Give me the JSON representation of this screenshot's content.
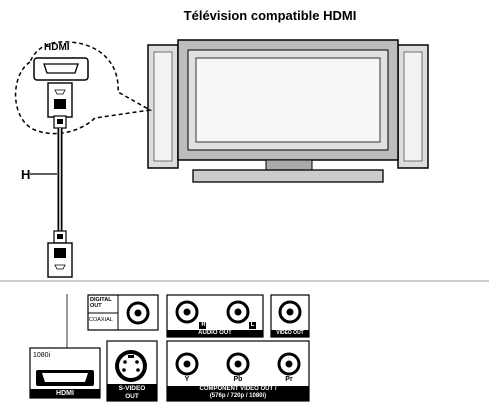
{
  "title": "Télévision compatible HDMI",
  "hdmi_label": "HDMI",
  "cable_label": "H",
  "panel": {
    "digital_out_label": "DIGITAL OUT",
    "coaxial_label": "COAXIAL",
    "audio_out_label": "AUDIO OUT",
    "audio_left_marker": "L",
    "audio_right_marker": "R",
    "video_out_label": "VIDEO OUT",
    "hdmi_resolution": "1080i",
    "hdmi_port_label": "HDMI",
    "svideo_label_line1": "S-VIDEO",
    "svideo_label_line2": "OUT",
    "component_labels": [
      "Y",
      "Pb",
      "Pr"
    ],
    "component_title_line1": "COMPONENT VIDEO OUT /",
    "component_title_line2": "(576p / 720p / 1080i)"
  }
}
